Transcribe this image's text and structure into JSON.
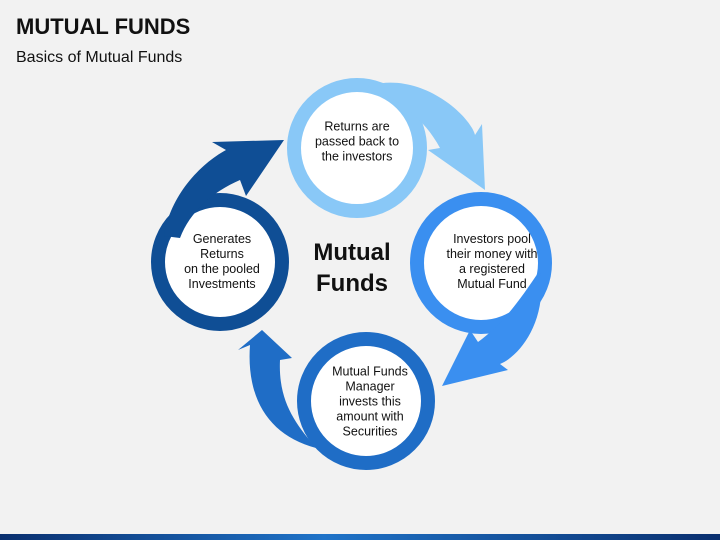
{
  "slide": {
    "title": "MUTUAL FUNDS",
    "subtitle": "Basics of Mutual Funds"
  },
  "diagram": {
    "center_label_line1": "Mutual",
    "center_label_line2": "Funds",
    "nodes": [
      {
        "line1": "Returns are",
        "line2": "passed back to",
        "line3": "the investors",
        "line4": "",
        "line5": "",
        "color": "#89c8f7"
      },
      {
        "line1": "Investors pool",
        "line2": "their money with",
        "line3": "a registered",
        "line4": "Mutual Fund",
        "line5": "",
        "color": "#3a8ff0"
      },
      {
        "line1": "Mutual Funds",
        "line2": "Manager",
        "line3": "invests this",
        "line4": "amount with",
        "line5": "Securities",
        "color": "#1f6dc6"
      },
      {
        "line1": "Generates",
        "line2": "Returns",
        "line3": "on the pooled",
        "line4": "Investments",
        "line5": "",
        "color": "#0f4e95"
      }
    ]
  }
}
